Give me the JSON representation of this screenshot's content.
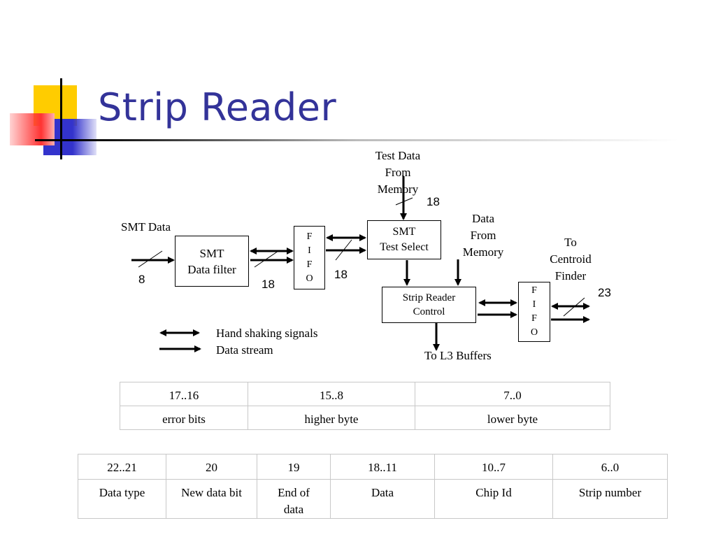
{
  "slide": {
    "title": "Strip Reader"
  },
  "diagram": {
    "labels": {
      "smt_data": "SMT Data",
      "test_data_from_memory": [
        "Test Data",
        "From",
        "Memory"
      ],
      "data_from_memory": [
        "Data",
        "From",
        "Memory"
      ],
      "to_centroid_finder": [
        "To",
        "Centroid",
        "Finder"
      ],
      "to_l3_buffers": "To L3 Buffers"
    },
    "bus_widths": {
      "smt_input": "8",
      "filter_to_fifo": "18",
      "fifo_to_select": "18",
      "test_data": "18",
      "output": "23"
    },
    "blocks": {
      "smt_data_filter": [
        "SMT",
        "Data filter"
      ],
      "fifo_1": [
        "F",
        "I",
        "F",
        "O"
      ],
      "smt_test_select": [
        "SMT",
        "Test Select"
      ],
      "strip_reader_control": [
        "Strip Reader",
        "Control"
      ],
      "fifo_2": [
        "F",
        "I",
        "F",
        "O"
      ]
    },
    "legend": {
      "handshake": "Hand shaking signals",
      "data_stream": "Data stream"
    }
  },
  "table_18bit": {
    "rows": [
      [
        "17..16",
        "15..8",
        "7..0"
      ],
      [
        "error bits",
        "higher byte",
        "lower byte"
      ]
    ]
  },
  "table_23bit": {
    "rows": [
      [
        "22..21",
        "20",
        "19",
        "18..11",
        "10..7",
        "6..0"
      ],
      [
        "Data type",
        "New data bit",
        "End of data",
        "Data",
        "Chip Id",
        "Strip number"
      ]
    ]
  },
  "colors": {
    "title": "#333399",
    "deco_yellow": "#ffcc00",
    "deco_blue": "#3333cc",
    "deco_red": "#ff3333"
  }
}
